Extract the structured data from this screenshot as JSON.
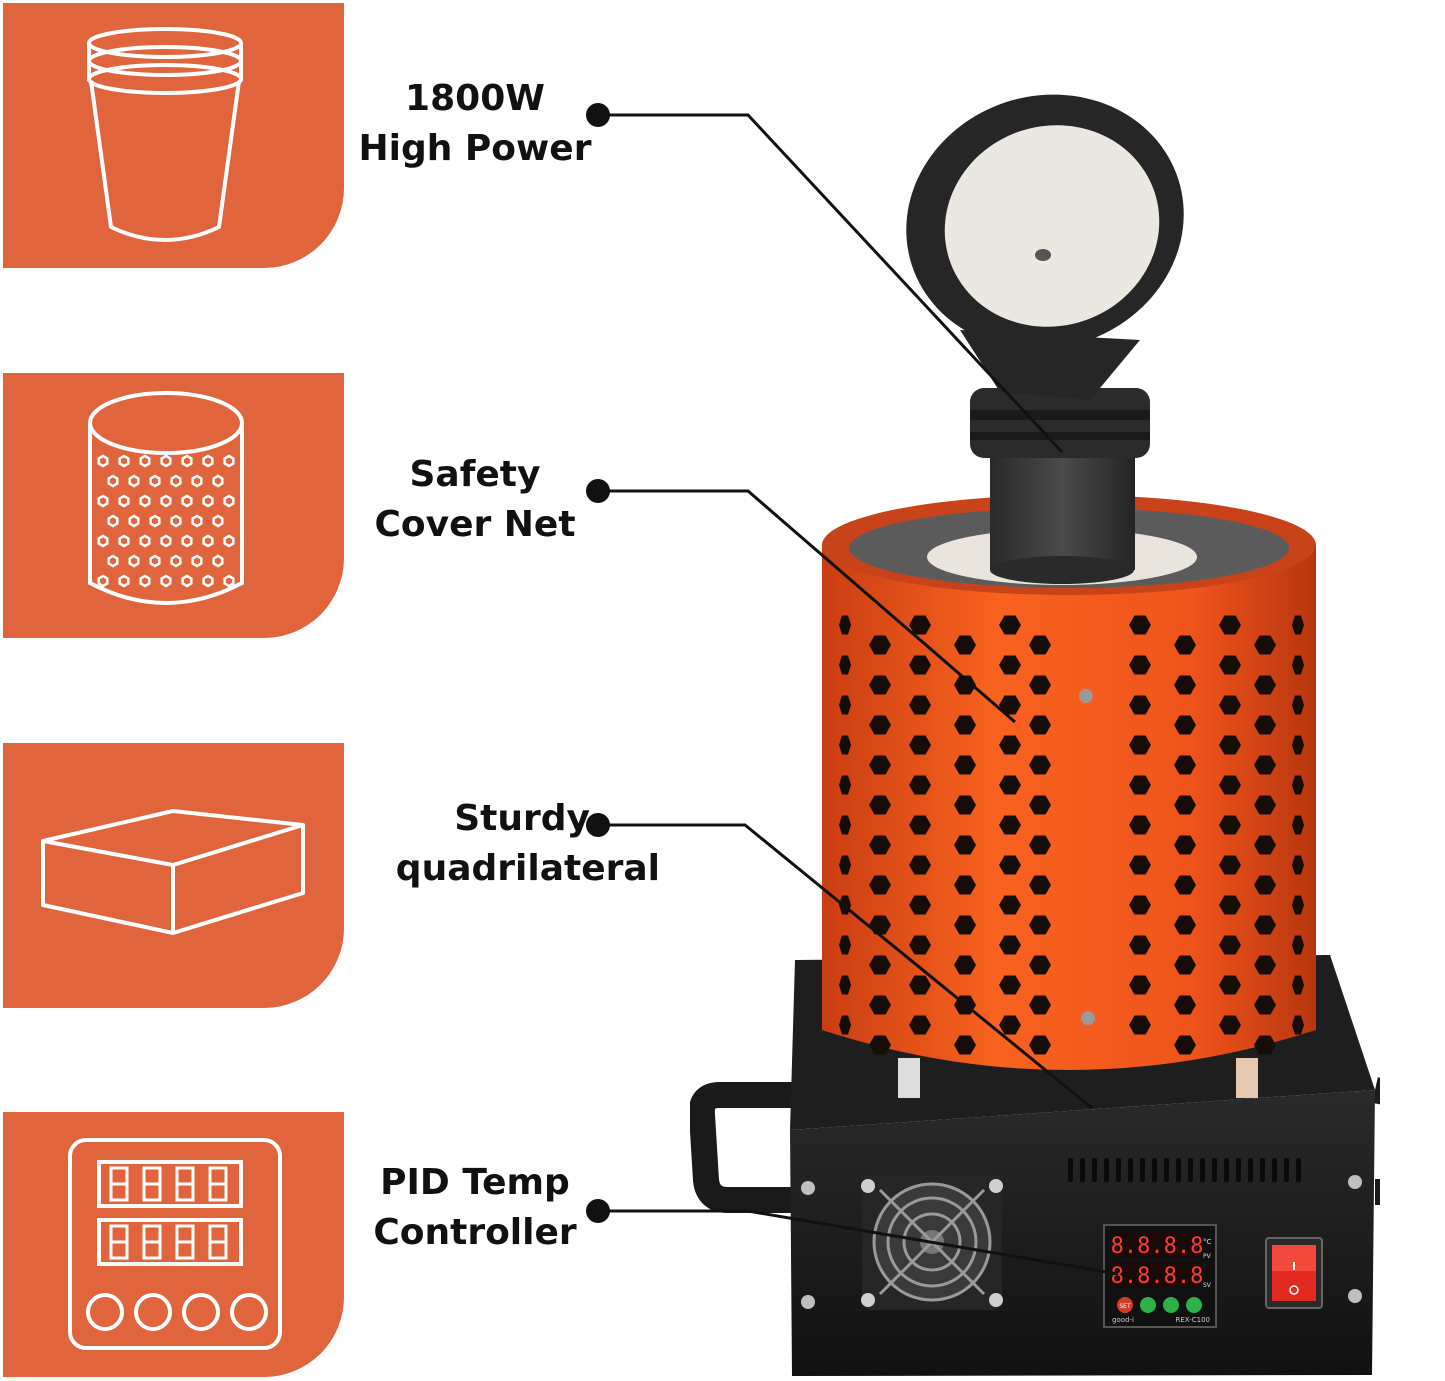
{
  "colors": {
    "tile_background": "#e0643c",
    "furnace_orange": "#f0541c",
    "furnace_base": "#1c1c1c",
    "leader_line": "#111111",
    "switch_red": "#e22a22"
  },
  "tiles": [
    {
      "icon": "crucible-cup-icon"
    },
    {
      "icon": "perforated-cylinder-icon"
    },
    {
      "icon": "box-icon"
    },
    {
      "icon": "controller-display-icon"
    }
  ],
  "callouts": [
    {
      "line1": "1800W",
      "line2": "High Power"
    },
    {
      "line1": "Safety",
      "line2": "Cover Net"
    },
    {
      "line1": "Sturdy",
      "line2": "quadrilateral"
    },
    {
      "line1": "PID Temp",
      "line2": "Controller"
    }
  ],
  "controller": {
    "pv_display": "8.8.8.8",
    "sv_display": "8.8.8.8",
    "pv_tag": "PV",
    "sv_tag": "SV",
    "unit": "°C",
    "set_label": "SET",
    "brand": "good-i",
    "model": "REX-C100"
  }
}
